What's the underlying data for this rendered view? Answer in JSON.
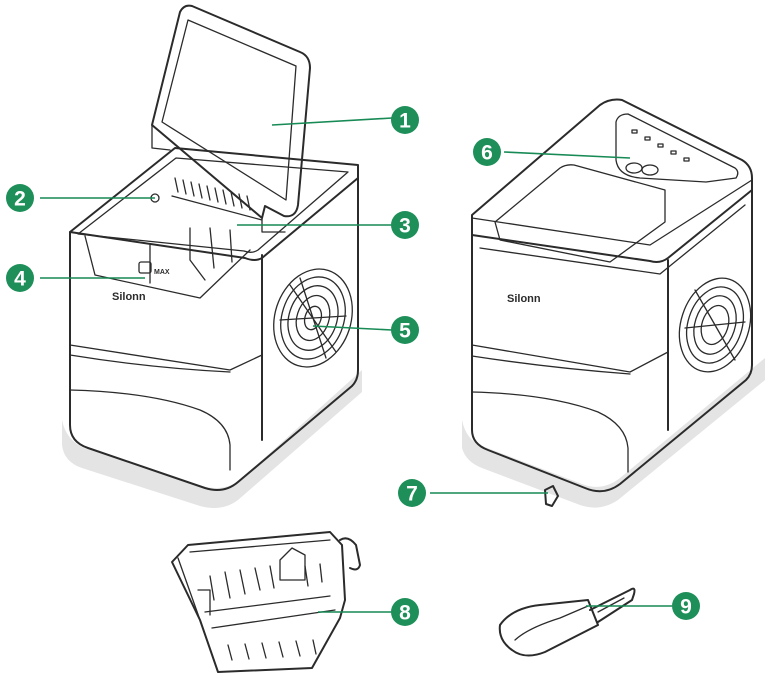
{
  "brand_left": "Silonn",
  "brand_right": "Silonn",
  "max_marking": "MAX",
  "callouts": [
    {
      "number": "1"
    },
    {
      "number": "2"
    },
    {
      "number": "3"
    },
    {
      "number": "4"
    },
    {
      "number": "5"
    },
    {
      "number": "6"
    },
    {
      "number": "7"
    },
    {
      "number": "8"
    },
    {
      "number": "9"
    }
  ],
  "colors": {
    "badge": "#1f8f5a",
    "leader": "#178a55",
    "outline": "#2b2b2b",
    "shadow": "#e4e4e4"
  }
}
